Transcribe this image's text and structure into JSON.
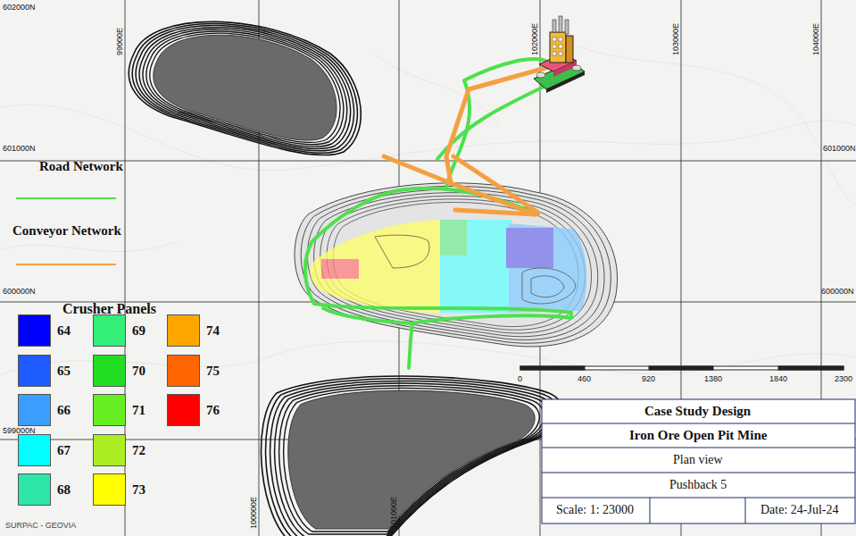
{
  "diagram": {
    "labels": [
      "602000N",
      "601000N",
      "601000N",
      "600000N",
      "600000N",
      "599000N",
      "99000E",
      "102000E",
      "103000E",
      "104000E",
      "100000E",
      "101000E",
      "Crusher Panels",
      "0",
      "460",
      "920",
      "1380",
      "1840",
      "2300",
      "Case Study Design",
      "Iron Ore Open Pit Mine",
      "Plan view",
      "Pushback 5",
      "Scale: 1: 23000",
      "Date: 24-Jul-24",
      "SURPAC - GEOVIA"
    ],
    "legend": [
      {
        "text": "Road Network"
      },
      {
        "text": "Conveyor Network"
      },
      {
        "text": "64",
        "color": "#0000ff"
      },
      {
        "text": "65",
        "color": "#1f5cff"
      },
      {
        "text": "66",
        "color": "#3a9eff"
      },
      {
        "text": "67",
        "color": "#00ffff"
      },
      {
        "text": "68",
        "color": "#2ee6a8"
      },
      {
        "text": "69",
        "color": "#33ee77"
      },
      {
        "text": "70",
        "color": "#22dd22"
      },
      {
        "text": "71",
        "color": "#66ee22"
      },
      {
        "text": "72",
        "color": "#aaee22"
      },
      {
        "text": "73",
        "color": "#ffff00"
      },
      {
        "text": "74",
        "color": "#ffa500"
      },
      {
        "text": "75",
        "color": "#ff6600"
      },
      {
        "text": "76",
        "color": "#ff0000"
      }
    ]
  }
}
